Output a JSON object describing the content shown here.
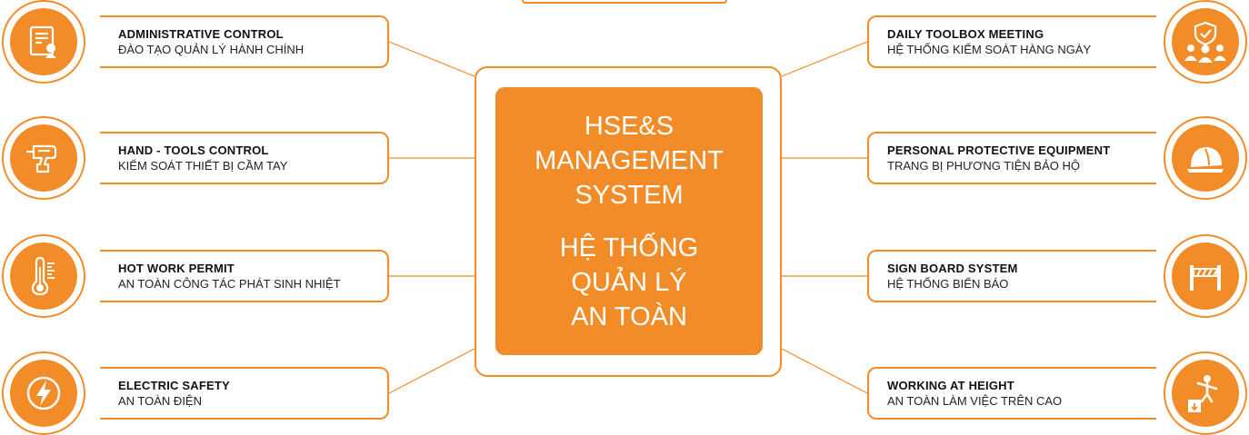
{
  "center": {
    "title_en": "HSE&S\nMANAGEMENT\nSYSTEM",
    "title_vi": "HỆ THỐNG\nQUẢN LÝ\nAN TOÀN"
  },
  "left_items": [
    {
      "title": "ADMINISTRATIVE CONTROL",
      "subtitle": "ĐÀO TẠO QUẢN LÝ HÀNH CHÍNH",
      "icon": "certificate-icon"
    },
    {
      "title": "HAND - TOOLS CONTROL",
      "subtitle": "KIỂM SOÁT THIẾT BỊ CẦM TAY",
      "icon": "drill-icon"
    },
    {
      "title": "HOT WORK PERMIT",
      "subtitle": "AN TOÀN CÔNG TÁC PHÁT SINH NHIỆT",
      "icon": "thermometer-icon"
    },
    {
      "title": "ELECTRIC SAFETY",
      "subtitle": "AN TOÀN ĐIỆN",
      "icon": "lightning-icon"
    }
  ],
  "right_items": [
    {
      "title": "DAILY TOOLBOX MEETING",
      "subtitle": "HỆ THỐNG KIỂM SOÁT HÀNG NGÀY",
      "icon": "team-shield-icon"
    },
    {
      "title": "PERSONAL PROTECTIVE EQUIPMENT",
      "subtitle": "TRANG BỊ PHƯƠNG TIỆN BẢO HỘ",
      "icon": "hard-hat-icon"
    },
    {
      "title": "SIGN BOARD SYSTEM",
      "subtitle": "HỆ THỐNG BIỂN BÁO",
      "icon": "barrier-icon"
    },
    {
      "title": "WORKING AT HEIGHT",
      "subtitle": "AN TOÀN LÀM VIỆC TRÊN CAO",
      "icon": "fall-protection-icon"
    }
  ],
  "colors": {
    "accent": "#f28c28",
    "text": "#111111",
    "background": "#ffffff"
  }
}
